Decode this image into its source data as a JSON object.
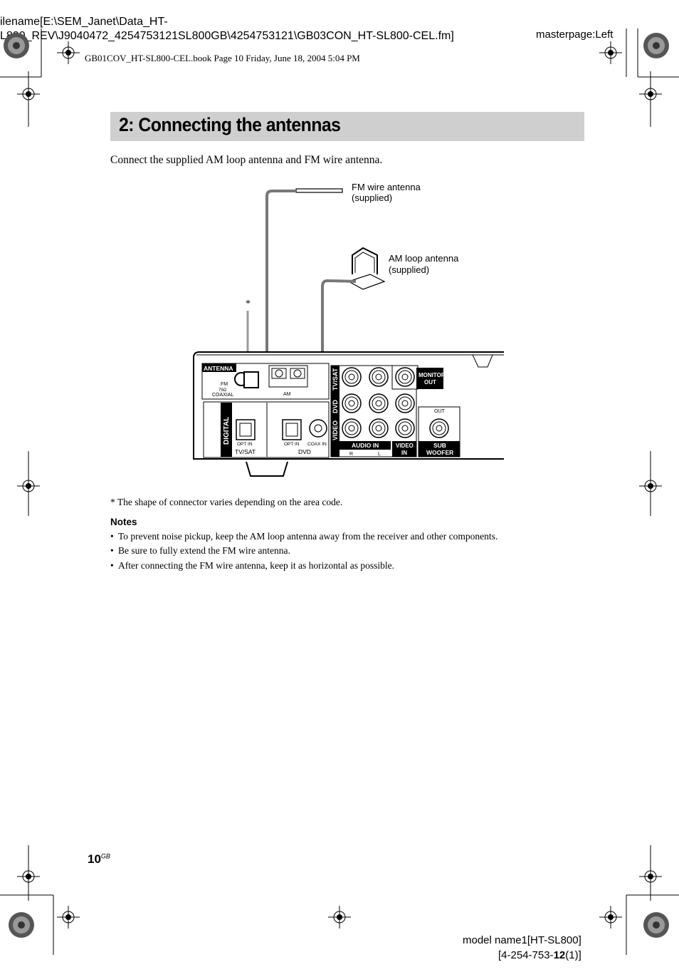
{
  "header": {
    "filename_line1": "ilename[E:\\SEM_Janet\\Data_HT-",
    "filename_line2": "L800_REV\\J9040472_4254753121SL800GB\\4254753121\\GB03CON_HT-SL800-CEL.fm]",
    "masterpage": "masterpage:Left",
    "book_info": "GB01COV_HT-SL800-CEL.book  Page 10  Friday, June 18, 2004  5:04 PM"
  },
  "section": {
    "title": "2: Connecting the antennas",
    "intro": "Connect the supplied AM loop antenna and FM wire antenna."
  },
  "diagram": {
    "fm_label_line1": "FM wire antenna",
    "fm_label_line2": "(supplied)",
    "am_label_line1": "AM loop antenna",
    "am_label_line2": "(supplied)",
    "asterisk": "*",
    "panel": {
      "antenna": "ANTENNA",
      "fm": "FM",
      "ohm": "75Ω",
      "coaxial": "COAXIAL",
      "am": "AM",
      "tv_sat": "TV/SAT",
      "dvd": "DVD",
      "video": "VIDEO",
      "monitor_out_1": "MONITOR",
      "monitor_out_2": "OUT",
      "digital": "DIGITAL",
      "opt_in_1": "OPT IN",
      "tv_sat_bottom": "TV/SAT",
      "opt_in_2": "OPT IN",
      "coax_in": "COAX IN",
      "dvd_bottom": "DVD",
      "audio_in": "AUDIO IN",
      "r": "R",
      "l": "L",
      "video_in_1": "VIDEO",
      "video_in_2": "IN",
      "out": "OUT",
      "sub_1": "SUB",
      "sub_2": "WOOFER"
    }
  },
  "footnote": "* The shape of connector varies depending on the area code.",
  "notes": {
    "heading": "Notes",
    "bullet": "•",
    "items": [
      "To prevent noise pickup, keep the AM loop antenna away from the receiver and other components.",
      "Be sure to fully extend the FM wire antenna.",
      "After connecting the FM wire antenna, keep it as horizontal as possible."
    ]
  },
  "footer": {
    "page_number": "10",
    "page_suffix": "GB",
    "model_line1": "model name1[HT-SL800]",
    "model_line2_prefix": "[4-254-753-",
    "model_line2_bold": "12",
    "model_line2_suffix": "(1)]"
  }
}
